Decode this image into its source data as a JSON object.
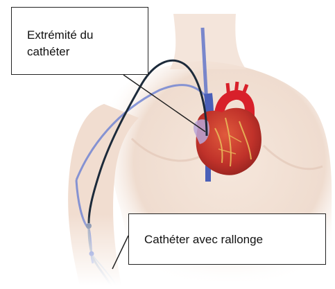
{
  "labels": {
    "catheter_tip": [
      "Extrémité du",
      "cathéter"
    ],
    "catheter_extension": "Cathéter avec rallonge"
  },
  "colors": {
    "skin": "#f3e2d6",
    "heart": "#c8362a",
    "aorta": "#d8202a",
    "vein": "#5a6fc8",
    "catheter": "#1c2a3a",
    "callout_border": "#222222"
  }
}
